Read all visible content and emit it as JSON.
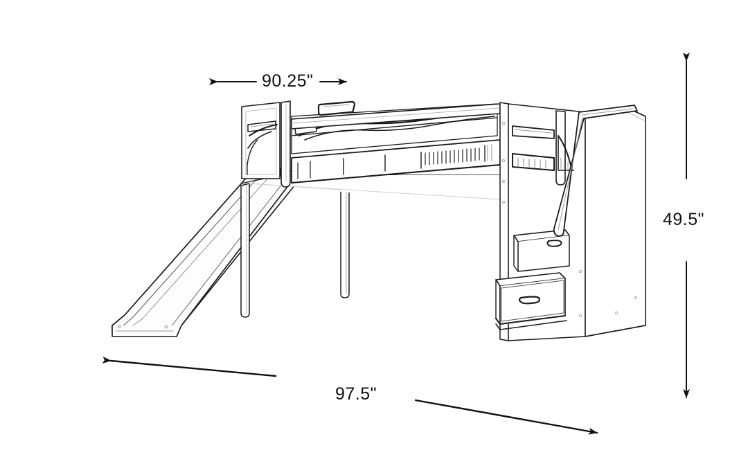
{
  "drawing": {
    "title": "Loft Bed with Slide and Stair Storage - Dimensioned Line Drawing",
    "product": "Twin Loft Bed with Slide and Steps",
    "view": "three-quarter perspective line drawing",
    "background_color": "#ffffff",
    "line_color": "#1a1a1a",
    "fill_color": "#ffffff"
  },
  "dimensions": {
    "width": {
      "value": "90.25\"",
      "numeric": 90.25,
      "unit": "inches",
      "axis": "width",
      "position": "top",
      "arrow_style": "double-ended-split"
    },
    "depth": {
      "value": "97.5\"",
      "numeric": 97.5,
      "unit": "inches",
      "axis": "depth",
      "position": "bottom",
      "arrow_style": "double-ended-split-angled"
    },
    "height": {
      "value": "49.5\"",
      "numeric": 49.5,
      "unit": "inches",
      "axis": "height",
      "position": "right",
      "arrow_style": "double-ended-split-vertical"
    }
  },
  "components": {
    "slide": "slide-chute",
    "slide_runout": "slide-runout",
    "headboard": "headboard-panel",
    "footboard": "footboard-panel",
    "guard_rail": "guard-rail",
    "mattress": "mattress",
    "pillow": "pillow",
    "slat_panel": "slat-panel",
    "support_post_left": "support-post-left",
    "support_post_right": "support-post-right",
    "stair_cabinet": "stair-cabinet",
    "step_drawer_upper": "step-drawer-upper",
    "step_drawer_lower": "step-drawer-lower",
    "handrail": "stair-handrail",
    "top_hatch": "top-rail-hatch"
  }
}
